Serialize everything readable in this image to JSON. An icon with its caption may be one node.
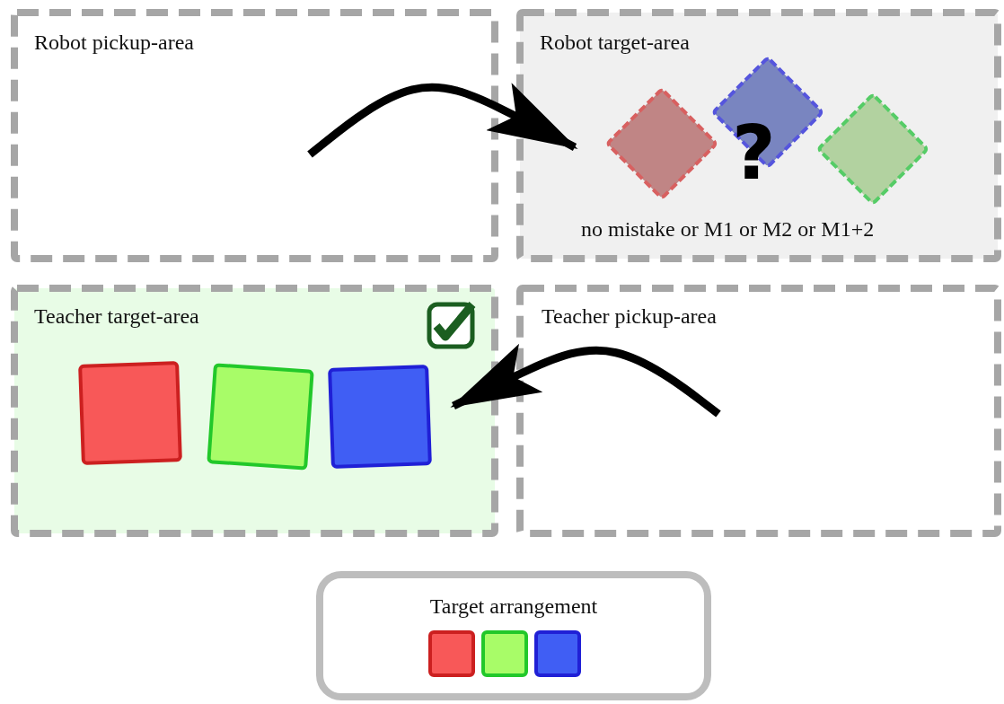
{
  "diagram": {
    "nodes": [
      {
        "text": [
          "Robot pickup-area"
        ]
      },
      {
        "text": [
          "Robot target-area",
          "?",
          "no mistake or M1 or M2 or M1+2"
        ]
      },
      {
        "text": [
          "Teacher target-area"
        ]
      },
      {
        "text": [
          "Teacher pickup-area"
        ]
      },
      {
        "text": [
          "Target arrangement"
        ]
      }
    ],
    "edges": [
      {
        "from": 0,
        "to": 1,
        "arrow": "to"
      },
      {
        "from": 3,
        "to": 2,
        "arrow": "to"
      }
    ]
  }
}
